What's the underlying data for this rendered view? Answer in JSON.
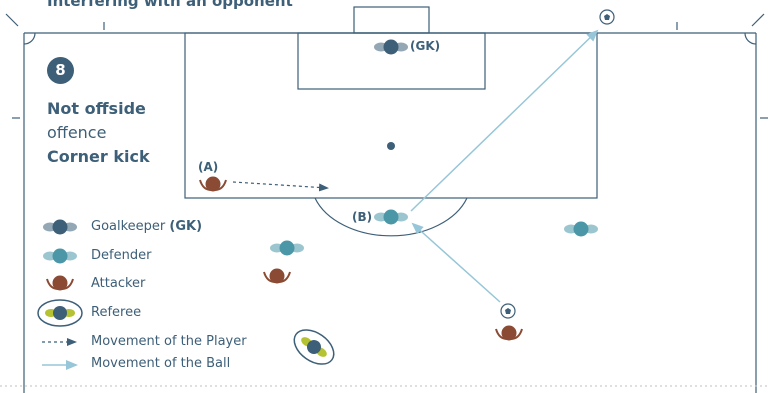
{
  "title": "Interfering with an opponent",
  "scenario": {
    "number": "8",
    "decision_line1": "Not offside",
    "decision_line2": "offence",
    "decision_line3": "Corner kick"
  },
  "labels": {
    "goalkeeper": "(GK)",
    "player_a": "(A)",
    "player_b": "(B)"
  },
  "legend": {
    "goalkeeper_text": "Goalkeeper",
    "goalkeeper_abbrev": "(GK)",
    "defender": "Defender",
    "attacker": "Attacker",
    "referee": "Referee",
    "player_movement": "Movement of the Player",
    "ball_movement": "Movement of the Ball"
  },
  "colors": {
    "goalkeeper": "#3d5f78",
    "defender": "#4b97a8",
    "attacker": "#8a4a33",
    "referee": "#3d5f78",
    "referee_accent": "#b5c232",
    "pitch_lines": "#3d5f78",
    "ball_path": "#96c6d8",
    "text": "#3d5f78"
  }
}
